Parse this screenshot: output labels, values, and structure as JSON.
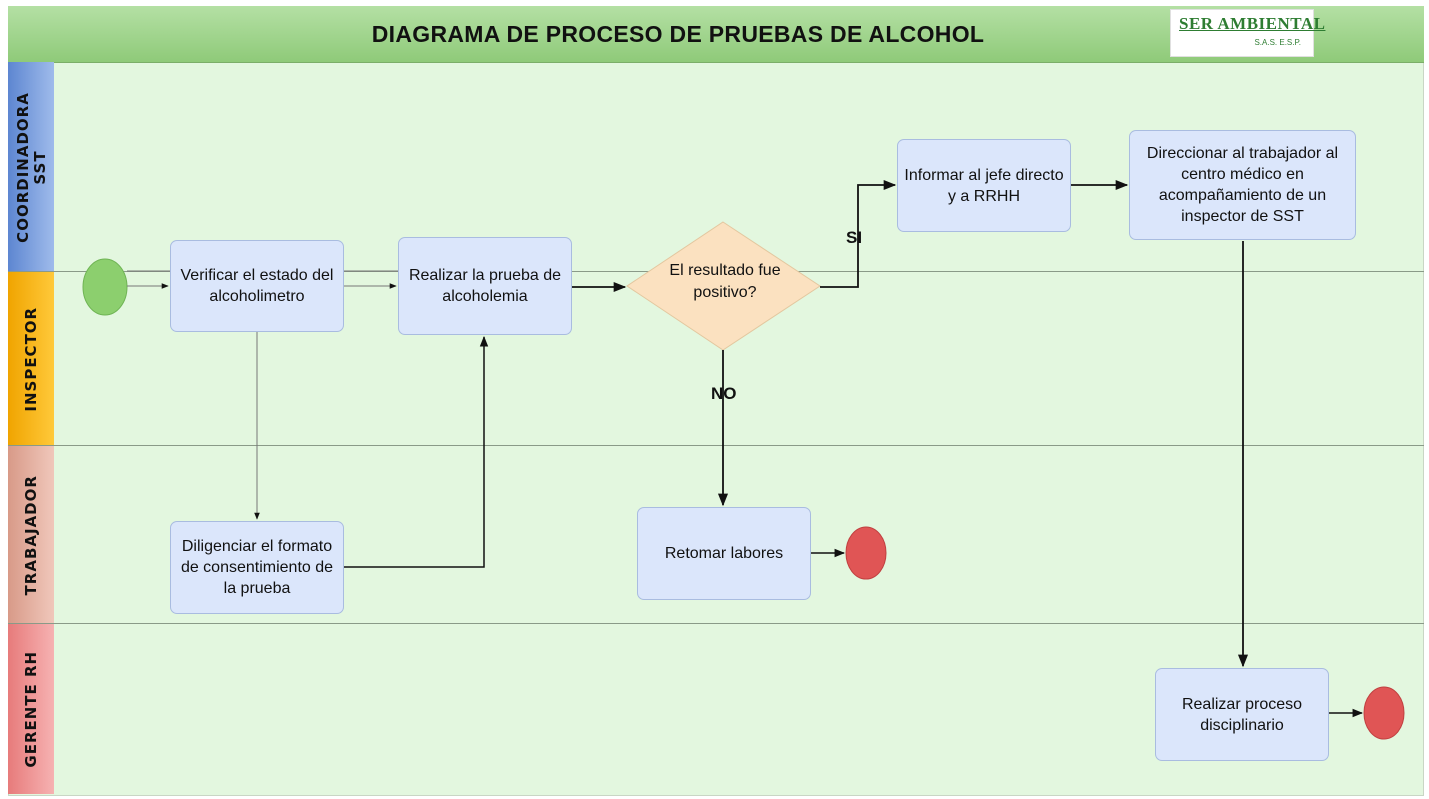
{
  "title": "DIAGRAMA DE PROCESO DE  PRUEBAS DE ALCOHOL",
  "logo": {
    "main": "SER AMBIENTAL",
    "sub": "S.A.S. E.S.P."
  },
  "lanes": [
    {
      "label": "COORDINADORA\nSST",
      "color": "#6f94d8"
    },
    {
      "label": "INSPECTOR",
      "color": "#f5b000"
    },
    {
      "label": "TRABAJADOR",
      "color": "#e4b1a3"
    },
    {
      "label": "GERENTE RH",
      "color": "#ef9a9a"
    }
  ],
  "nodes": {
    "verify": "Verificar el estado del alcoholimetro",
    "consent": "Diligenciar el formato de consentimiento de la prueba",
    "test": "Realizar la prueba de alcoholemia",
    "decision": "El resultado fue positivo?",
    "inform": "Informar al jefe directo y a RRHH",
    "direct": "Direccionar al trabajador al centro médico en acompañamiento de un inspector de SST",
    "resume": "Retomar labores",
    "discipline": "Realizar proceso disciplinario"
  },
  "edge_labels": {
    "yes": "SI",
    "no": "NO"
  },
  "colors": {
    "start": "#8ccf6e",
    "end": "#e05555",
    "task": "#dbe6fb",
    "decision": "#fbe1c0"
  }
}
